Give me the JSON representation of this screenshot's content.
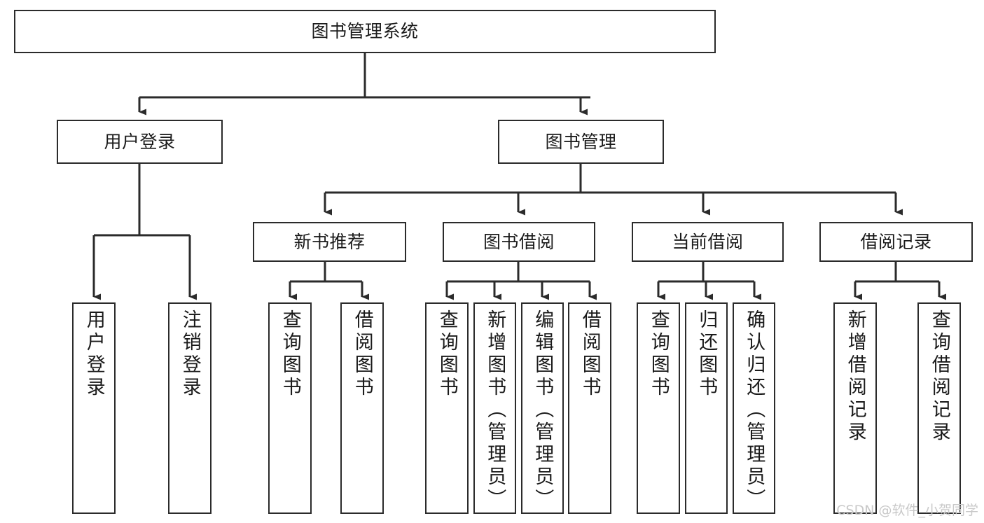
{
  "diagram": {
    "title": "图书管理系统",
    "type": "tree-hierarchy-chart",
    "root": {
      "id": "root",
      "label": "图书管理系统"
    },
    "level2": [
      {
        "id": "user-login",
        "label": "用户登录"
      },
      {
        "id": "book-manage",
        "label": "图书管理"
      }
    ],
    "level3": [
      {
        "id": "new-book-recommend",
        "label": "新书推荐"
      },
      {
        "id": "book-borrow",
        "label": "图书借阅"
      },
      {
        "id": "current-borrow",
        "label": "当前借阅"
      },
      {
        "id": "borrow-record",
        "label": "借阅记录"
      }
    ],
    "leaves": {
      "user_login": [
        {
          "id": "leaf-user-login",
          "label": "用户登录"
        },
        {
          "id": "leaf-logout",
          "label": "注销登录"
        }
      ],
      "new_book_recommend": [
        {
          "id": "leaf-query-book-1",
          "label": "查询图书"
        },
        {
          "id": "leaf-borrow-book-1",
          "label": "借阅图书"
        }
      ],
      "book_borrow": [
        {
          "id": "leaf-query-book-2",
          "label": "查询图书"
        },
        {
          "id": "leaf-add-book",
          "label": "新增图书（管理员）"
        },
        {
          "id": "leaf-edit-book",
          "label": "编辑图书（管理员）"
        },
        {
          "id": "leaf-borrow-book-2",
          "label": "借阅图书"
        }
      ],
      "current_borrow": [
        {
          "id": "leaf-query-book-3",
          "label": "查询图书"
        },
        {
          "id": "leaf-return-book",
          "label": "归还图书"
        },
        {
          "id": "leaf-confirm-return",
          "label": "确认归还（管理员）"
        }
      ],
      "borrow_record": [
        {
          "id": "leaf-add-record",
          "label": "新增借阅记录"
        },
        {
          "id": "leaf-query-record",
          "label": "查询借阅记录"
        }
      ]
    }
  },
  "watermark": {
    "text": "CSDN @软件_小贺同学"
  },
  "colors": {
    "node_border": "#2b2b2b",
    "node_fill": "#ffffff",
    "edge": "#2b2b2b",
    "text": "#1a1a1a",
    "watermark": "#c9c9c9",
    "background": "#ffffff"
  }
}
